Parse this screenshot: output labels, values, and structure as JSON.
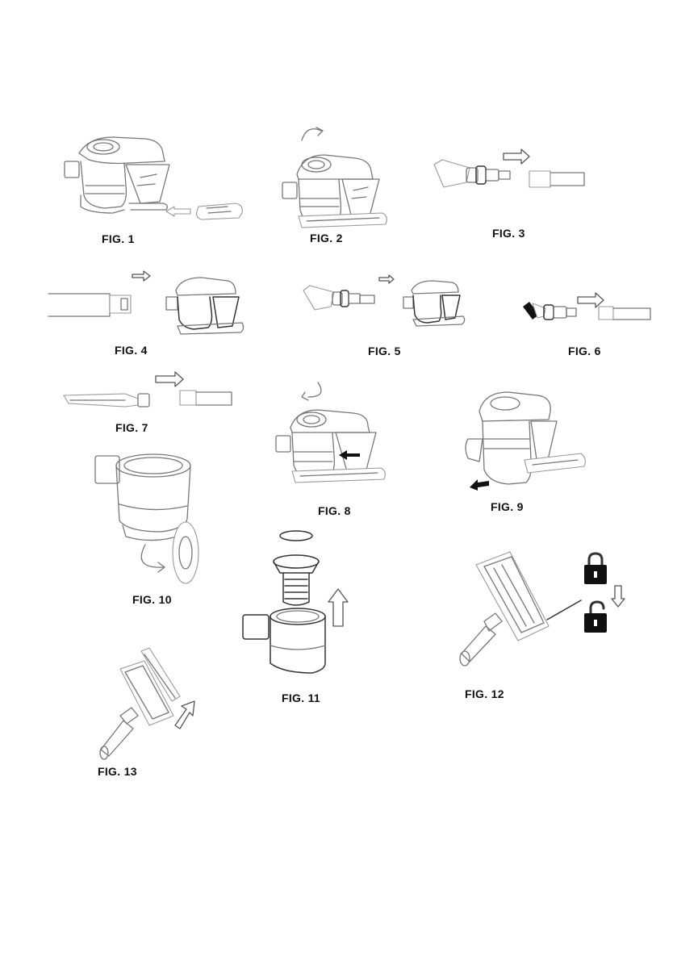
{
  "figures": {
    "f1": "FIG. 1",
    "f2": "FIG. 2",
    "f3": "FIG. 3",
    "f4": "FIG. 4",
    "f5": "FIG. 5",
    "f6": "FIG. 6",
    "f7": "FIG. 7",
    "f8": "FIG. 8",
    "f9": "FIG. 9",
    "f10": "FIG. 10",
    "f11": "FIG. 11",
    "f12": "FIG. 12",
    "f13": "FIG. 13"
  },
  "icons": [
    "arrow-right-icon",
    "arrow-left-icon",
    "arrow-up-icon",
    "arrow-down-icon",
    "rotate-arrow-icon",
    "lock-icon",
    "unlock-icon"
  ]
}
